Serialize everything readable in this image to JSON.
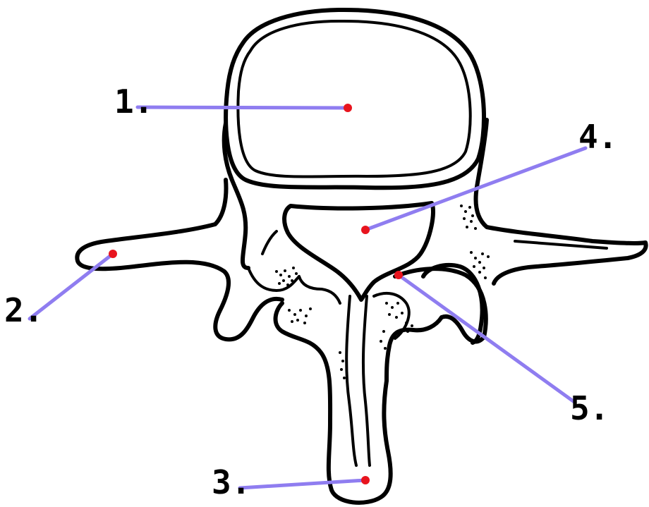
{
  "colors": {
    "leader_line": "#8f7df0",
    "marker_dot": "#e8141e",
    "outline": "#000000",
    "background": "#ffffff"
  },
  "labels": [
    {
      "id": "1",
      "text": "1."
    },
    {
      "id": "2",
      "text": "2."
    },
    {
      "id": "3",
      "text": "3."
    },
    {
      "id": "4",
      "text": "4."
    },
    {
      "id": "5",
      "text": "5."
    }
  ]
}
